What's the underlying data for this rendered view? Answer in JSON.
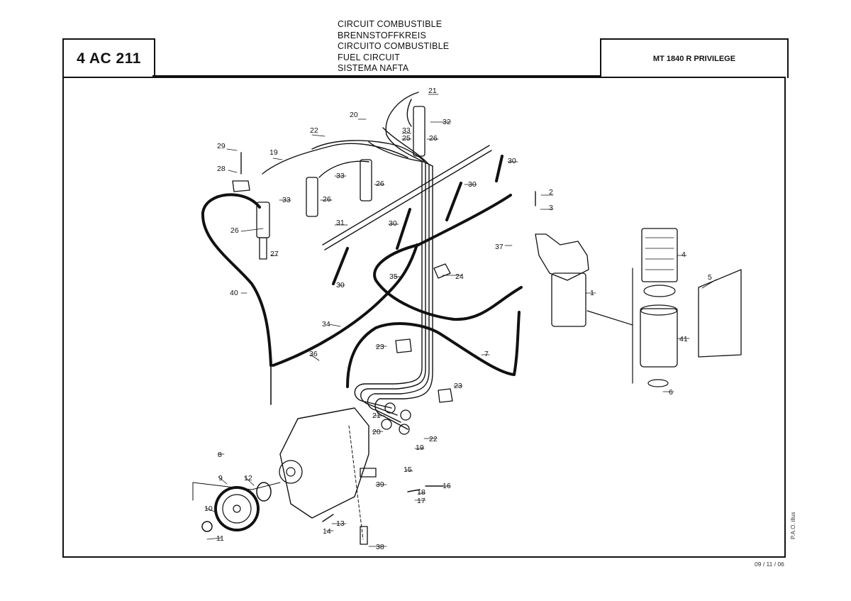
{
  "header": {
    "titles": [
      "CIRCUIT COMBUSTIBLE",
      "BRENNSTOFFKREIS",
      "CIRCUITO COMBUSTIBLE",
      "FUEL CIRCUIT",
      "SISTEMA NAFTA"
    ],
    "reference": "4 AC 211",
    "model": "MT 1840 R PRIVILEGE"
  },
  "footer": {
    "date": "09 / 11 / 06",
    "credit": "P.A.O. illus"
  },
  "callouts": [
    "21",
    "32",
    "20",
    "33",
    "25",
    "26",
    "22",
    "19",
    "29",
    "28",
    "33",
    "26",
    "26",
    "30",
    "30",
    "2",
    "3",
    "33",
    "26",
    "31",
    "30",
    "37",
    "4",
    "5",
    "27",
    "35",
    "24",
    "1",
    "40",
    "30",
    "34",
    "41",
    "7",
    "36",
    "23",
    "23",
    "6",
    "21",
    "20",
    "22",
    "19",
    "8",
    "15",
    "16",
    "9",
    "12",
    "39",
    "18",
    "17",
    "10",
    "13",
    "14",
    "11",
    "38"
  ],
  "colors": {
    "line": "#111111",
    "paper": "#ffffff"
  }
}
